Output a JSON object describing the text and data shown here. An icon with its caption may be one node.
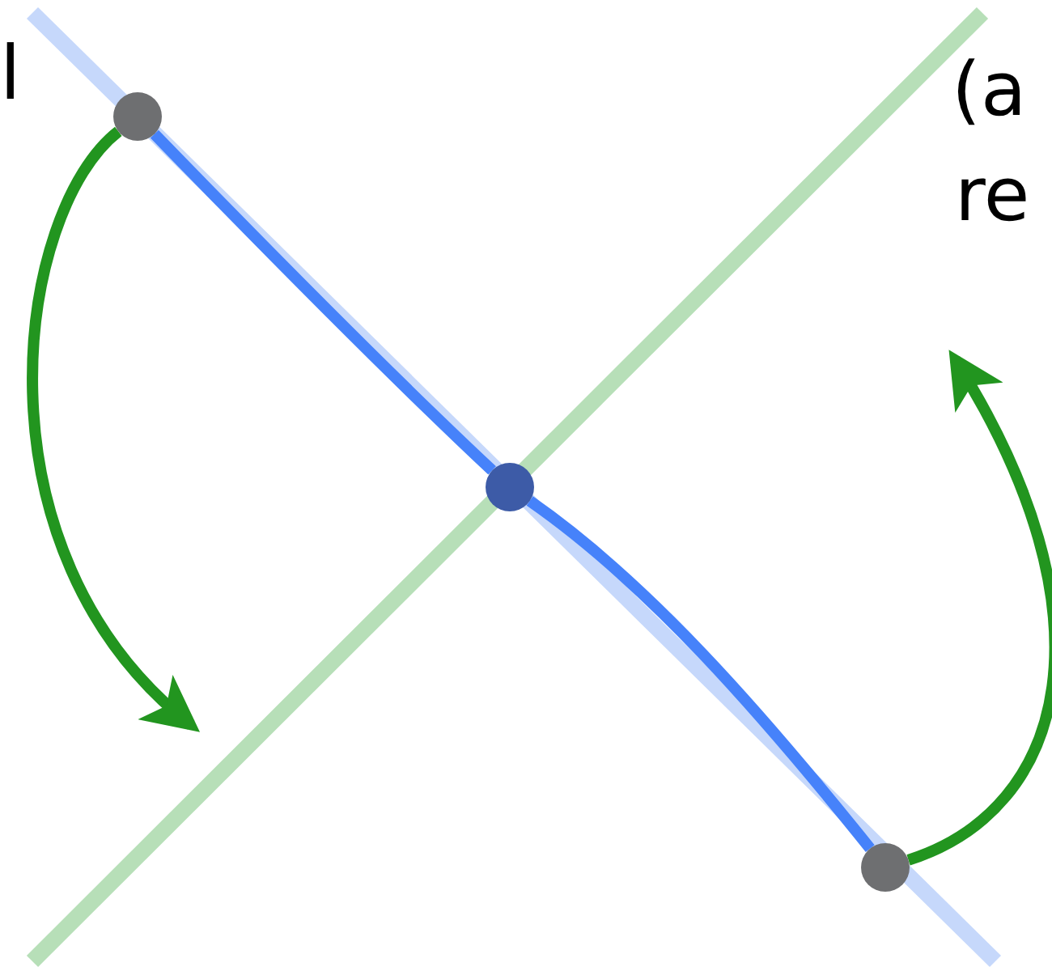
{
  "diagram": {
    "nodes": [
      {
        "text": [],
        "shape": "circle"
      },
      {
        "text": [],
        "shape": "circle"
      },
      {
        "text": [],
        "shape": "circle"
      }
    ],
    "edges": [
      {
        "from": 0,
        "to": 1,
        "arrow": "none",
        "color": "#4682fa"
      },
      {
        "from": 1,
        "to": 2,
        "arrow": "none",
        "color": "#4682fa"
      },
      {
        "from": 0,
        "to": null,
        "arrow": "to",
        "color": "#22951f"
      },
      {
        "from": 2,
        "to": null,
        "arrow": "to",
        "color": "#22951f"
      }
    ],
    "labels": [
      "l",
      "(a",
      "re"
    ]
  }
}
